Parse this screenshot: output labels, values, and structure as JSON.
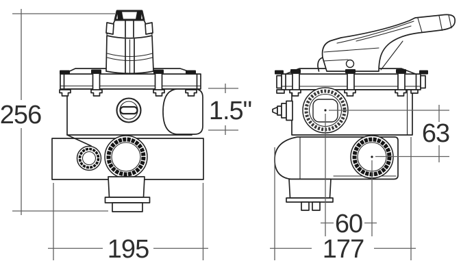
{
  "drawing": {
    "background": "#ffffff",
    "outline_color": "#222222",
    "dimension_line_color": "#5f5f5f",
    "label_color": "#2e2e2e"
  },
  "labels": {
    "overall_height_mm": "256",
    "front_width_mm": "195",
    "port_size_inch": "1.5\"",
    "port_center_drop_mm": "63",
    "port_center_offset_mm": "60",
    "side_width_mm": "177"
  }
}
